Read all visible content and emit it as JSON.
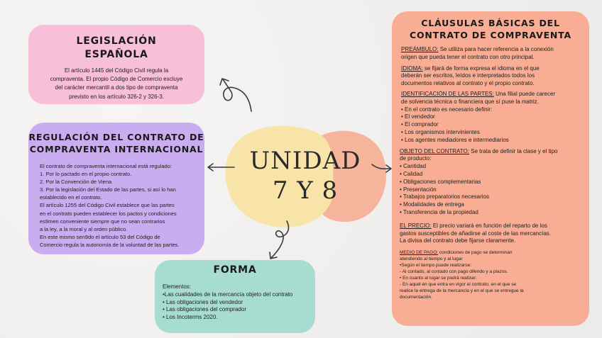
{
  "center": {
    "title": "UNIDAD\n7 Y 8"
  },
  "legislacion": {
    "title": "LEGISLACIÓN\nESPAÑOLA",
    "text": "El artículo 1445 del Código Civil regula la\ncompraventa. El propio Código de Comercio excluye\ndel carácter mercantil a dos tipo de compraventa\nprevisto en los artículo 326-2 y 326-3."
  },
  "regulacion": {
    "title": "REGULACIÓN DEL CONTRATO DE\nCOMPRAVENTA INTERNACIONAL",
    "text": "El contrato de compraventa internacional está regulado:\n1. Por lo pactado en el propio contrato.\n2. Por la Convención de Viena\n3. Por la legislación del Estado de las partes, si así lo han\nestablecido en el contrato.\nEl artículo 1255 del Código Civil establece que las partes\nen el contrato pueden establecer los pactos y condiciones\nes9men conveniente siempre que no sean contrarios\na la ley, a la moral y al orden público.\nEn este mismo sen9do el artículo 53 del Código de\nComercio regula la autonomía de la voluntad de las partes."
  },
  "forma": {
    "title": "FORMA",
    "text": "Elementos:\n•Las cualidades de la mercancía objeto del contrato\n• Las obligaciones del vendedor\n• Las obligaciones del comprador\n• Los Incoterms 2020."
  },
  "clausulas": {
    "title": "CLÁUSULAS BÁSICAS DEL\nCONTRATO DE COMPRAVENTA",
    "preambulo_label": "PREÁMBULO:",
    "preambulo_text": " Se utiliza para hacer referencia a la conexión\norigen que pueda tener el contrato con otro principal.",
    "idioma_label": "IDIOMA:",
    "idioma_text": " se fijará de forma expresa el idioma en el que\ndeberán ser escritos, leídos e interpretados todos los\ndocumentos relativos al contrato y el propio contrato.",
    "identificacion_label": "IDENTIFICACIÓN DE LAS PARTES:",
    "identificacion_text": " Una filial puede carecer\nde solvencia técnica o financiera que sí puse la matriz.\n• En el contrato es necesario definir:\n• El vendedor\n• El comprador\n• Los organismos intervinientes\n• Los agentes mediadores e intermediarios",
    "objeto_label": "OBJETO DEL CONTRATO:",
    "objeto_text": "  Se trata de definir la clase y el tipo\nde producto:\n• Cantidad\n• Calidad\n• Obligaciones complementarias\n• Presentación\n• Trabajos preparatorios necesarios\n• Modalidades de entrega\n• Transferencia de la propiedad",
    "precio_label": "EL PRECIO:",
    "precio_text": "  El precio variará en función del reparto de los\ngastos susceptibles de añadirse al coste de las mercancías.\nLa divisa del contrato debe fijarse claramente.",
    "pago_label": "MEDIO DE PAGO:",
    "pago_text": " condiciones de pago se determinan\natendiendo al tiempo y al lugar\n•Según el tiempo puede realizarse:\n- Al contado, al contado con pago diferido y a plazos.\n• En cuanto al lugar se podrá realizar:\n- En aquel en que entra en vigor el contrato, en el que se\nrealice la entrega de la mercancía y en el que se entregue la\ndocumentación."
  },
  "colors": {
    "background": "#f1f0ee",
    "legislacion": "#f8bfd8",
    "regulacion": "#c9adf0",
    "forma": "#a7ddd0",
    "clausulas": "#f9ad94",
    "blob_yellow": "#f8e3a8",
    "blob_peach": "#f7b49c"
  }
}
